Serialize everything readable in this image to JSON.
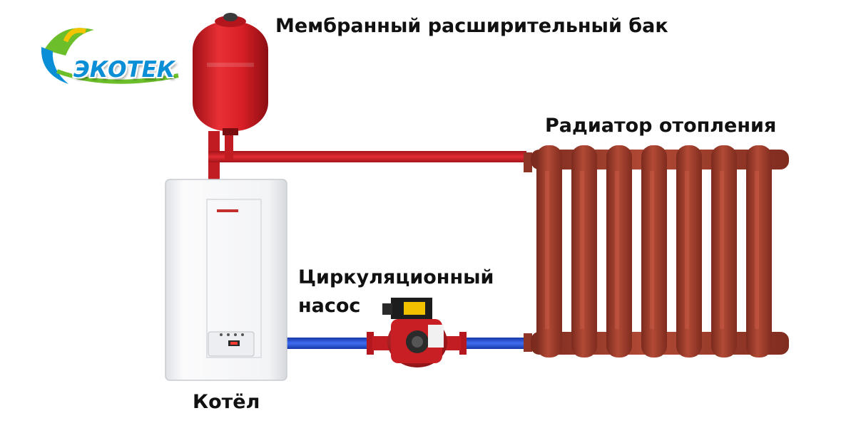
{
  "logo": {
    "text": "ЭКОТЕК",
    "icon": "leaf-sun-logo-icon"
  },
  "labels": {
    "tank": "Мембранный расширительный бак",
    "radiator": "Радиатор отопления",
    "pump_line1": "Циркуляционный",
    "pump_line2": "насос",
    "boiler": "Котёл"
  },
  "colors": {
    "supply_pipe": "#d0242b",
    "return_pipe": "#1f4fd8",
    "tank": "#d81f26",
    "radiator": "#9b3a2a",
    "boiler": "#f4f5f7",
    "logo_blue": "#0a8fd6",
    "logo_green": "#6cbf2a",
    "logo_yellow": "#f4c400"
  },
  "components": [
    "expansion-tank",
    "boiler",
    "circulation-pump",
    "radiator",
    "supply-pipe",
    "return-pipe"
  ]
}
